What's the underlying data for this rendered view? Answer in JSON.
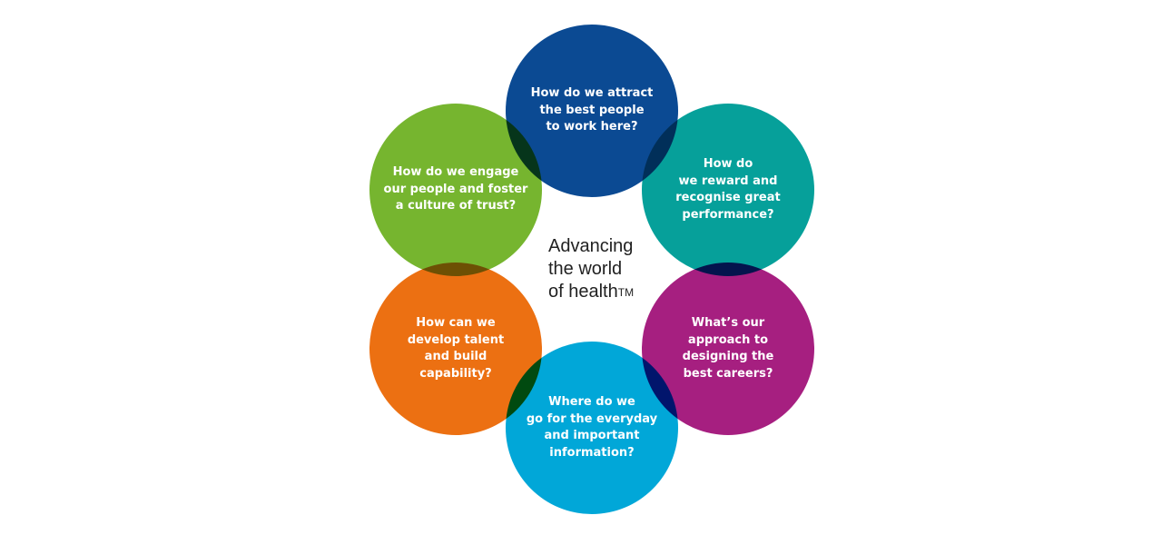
{
  "diagram": {
    "center": {
      "text": "Advancing\nthe world\nof health",
      "trademark": "TM"
    },
    "nodes": [
      {
        "id": "attract",
        "text": "How do we attract\nthe best people\nto work here?",
        "color": "#0B4A93"
      },
      {
        "id": "reward",
        "text": "How do\nwe reward and\nrecognise great\nperformance?",
        "color": "#06A09A"
      },
      {
        "id": "careers",
        "text": "What’s our\napproach to\ndesigning the\nbest careers?",
        "color": "#A61F80"
      },
      {
        "id": "information",
        "text": "Where do we\ngo for the everyday\nand important\ninformation?",
        "color": "#01A7D8"
      },
      {
        "id": "talent",
        "text": "How can we\ndevelop talent\nand build\ncapability?",
        "color": "#EC7012"
      },
      {
        "id": "engage",
        "text": "How do we engage\nour people and foster\na culture of trust?",
        "color": "#76B52F"
      }
    ]
  }
}
